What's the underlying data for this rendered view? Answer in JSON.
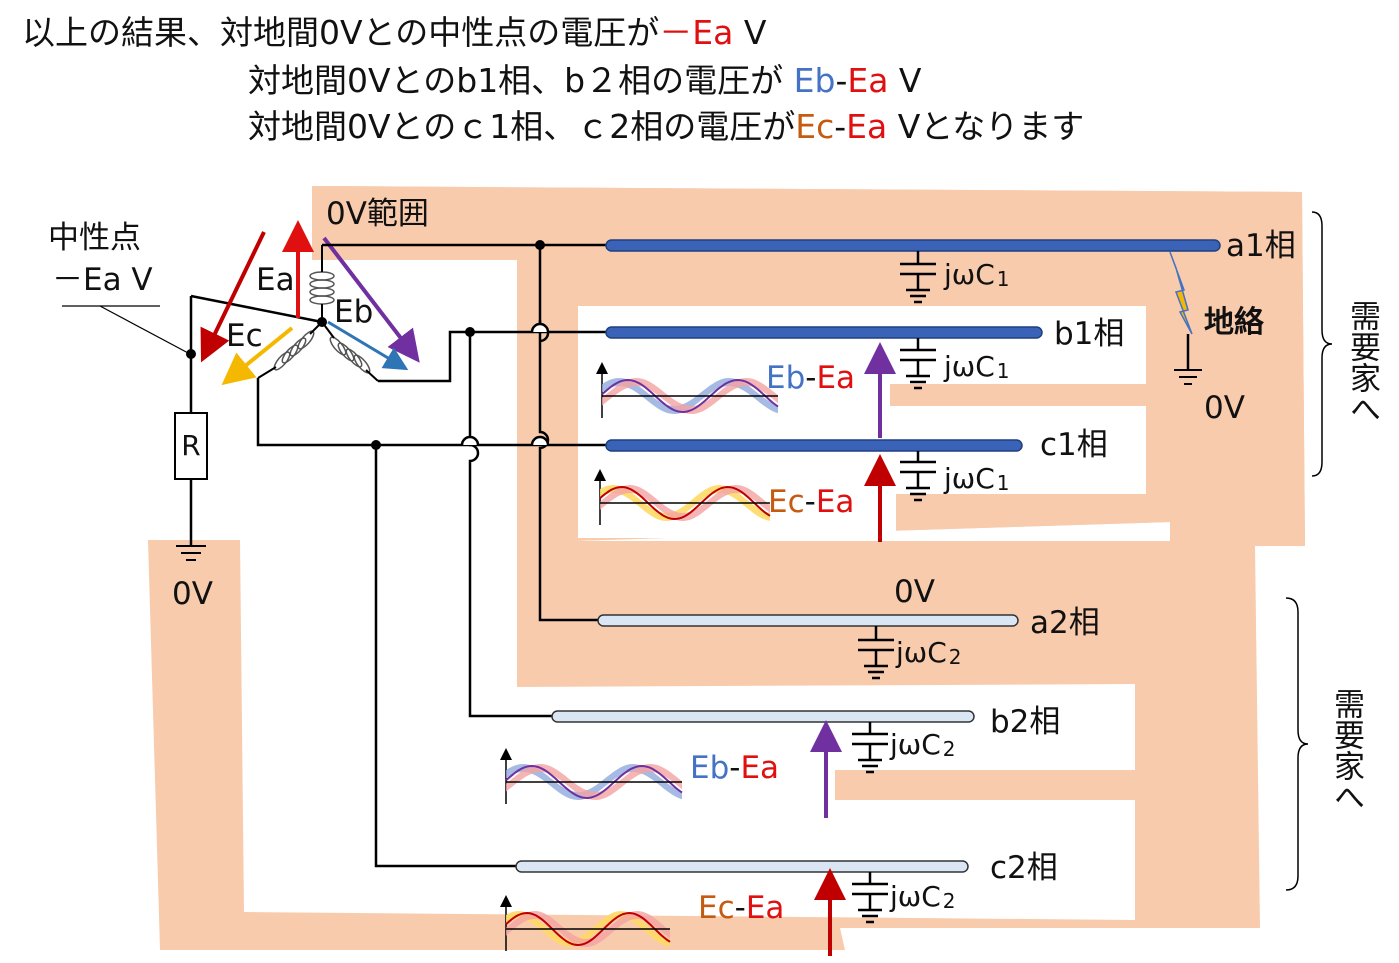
{
  "header": {
    "line1": {
      "pre": "以上の結果、対地間0Vとの中性点の電圧が",
      "val": "－Ea",
      "post": " V"
    },
    "line2": {
      "pre": "対地間0Vとのb1相、b２相の電圧が ",
      "v1": "Eb",
      "dash": "-",
      "v2": "Ea",
      "post": " V"
    },
    "line3": {
      "pre": "対地間0Vとのｃ1相、ｃ2相の電圧が",
      "v1": "Ec",
      "dash": "-",
      "v2": "Ea",
      "post": " Vとなります"
    }
  },
  "labels": {
    "neutral": "中性点",
    "neutral_voltage": "－Ea V",
    "zero_range": "0V範囲",
    "resistor": "R",
    "ground_0v": "0V",
    "ground_fault": "地絡",
    "fault_0v": "0V",
    "line2_0v": "0V",
    "consumer_1": "需要家へ",
    "consumer_2": "需要家へ"
  },
  "sources": {
    "ea": "Ea",
    "eb": "Eb",
    "ec": "Ec"
  },
  "phases": {
    "a1": "a1相",
    "b1": "b1相",
    "c1": "c1相",
    "a2": "a2相",
    "b2": "b2相",
    "c2": "c2相"
  },
  "capacitors": {
    "c1_text": "jωC",
    "c1_sub": "1",
    "c2_text": "jωC",
    "c2_sub": "2"
  },
  "voltage_labels": {
    "b1": {
      "p1": "Eb",
      "dash": "-",
      "p2": "Ea"
    },
    "c1": {
      "p1": "Ec",
      "dash": "-",
      "p2": "Ea"
    },
    "b2": {
      "p1": "Eb",
      "dash": "-",
      "p2": "Ea"
    },
    "c2": {
      "p1": "Ec",
      "dash": "-",
      "p2": "Ea"
    }
  },
  "colors": {
    "red": "#e01010",
    "blue": "#4472c4",
    "orange": "#c55a11",
    "purple": "#7030a0",
    "yellow": "#f5b800",
    "region": "#f8cbad",
    "line1": "#3a63b8",
    "line2": "#dbe6f5"
  }
}
